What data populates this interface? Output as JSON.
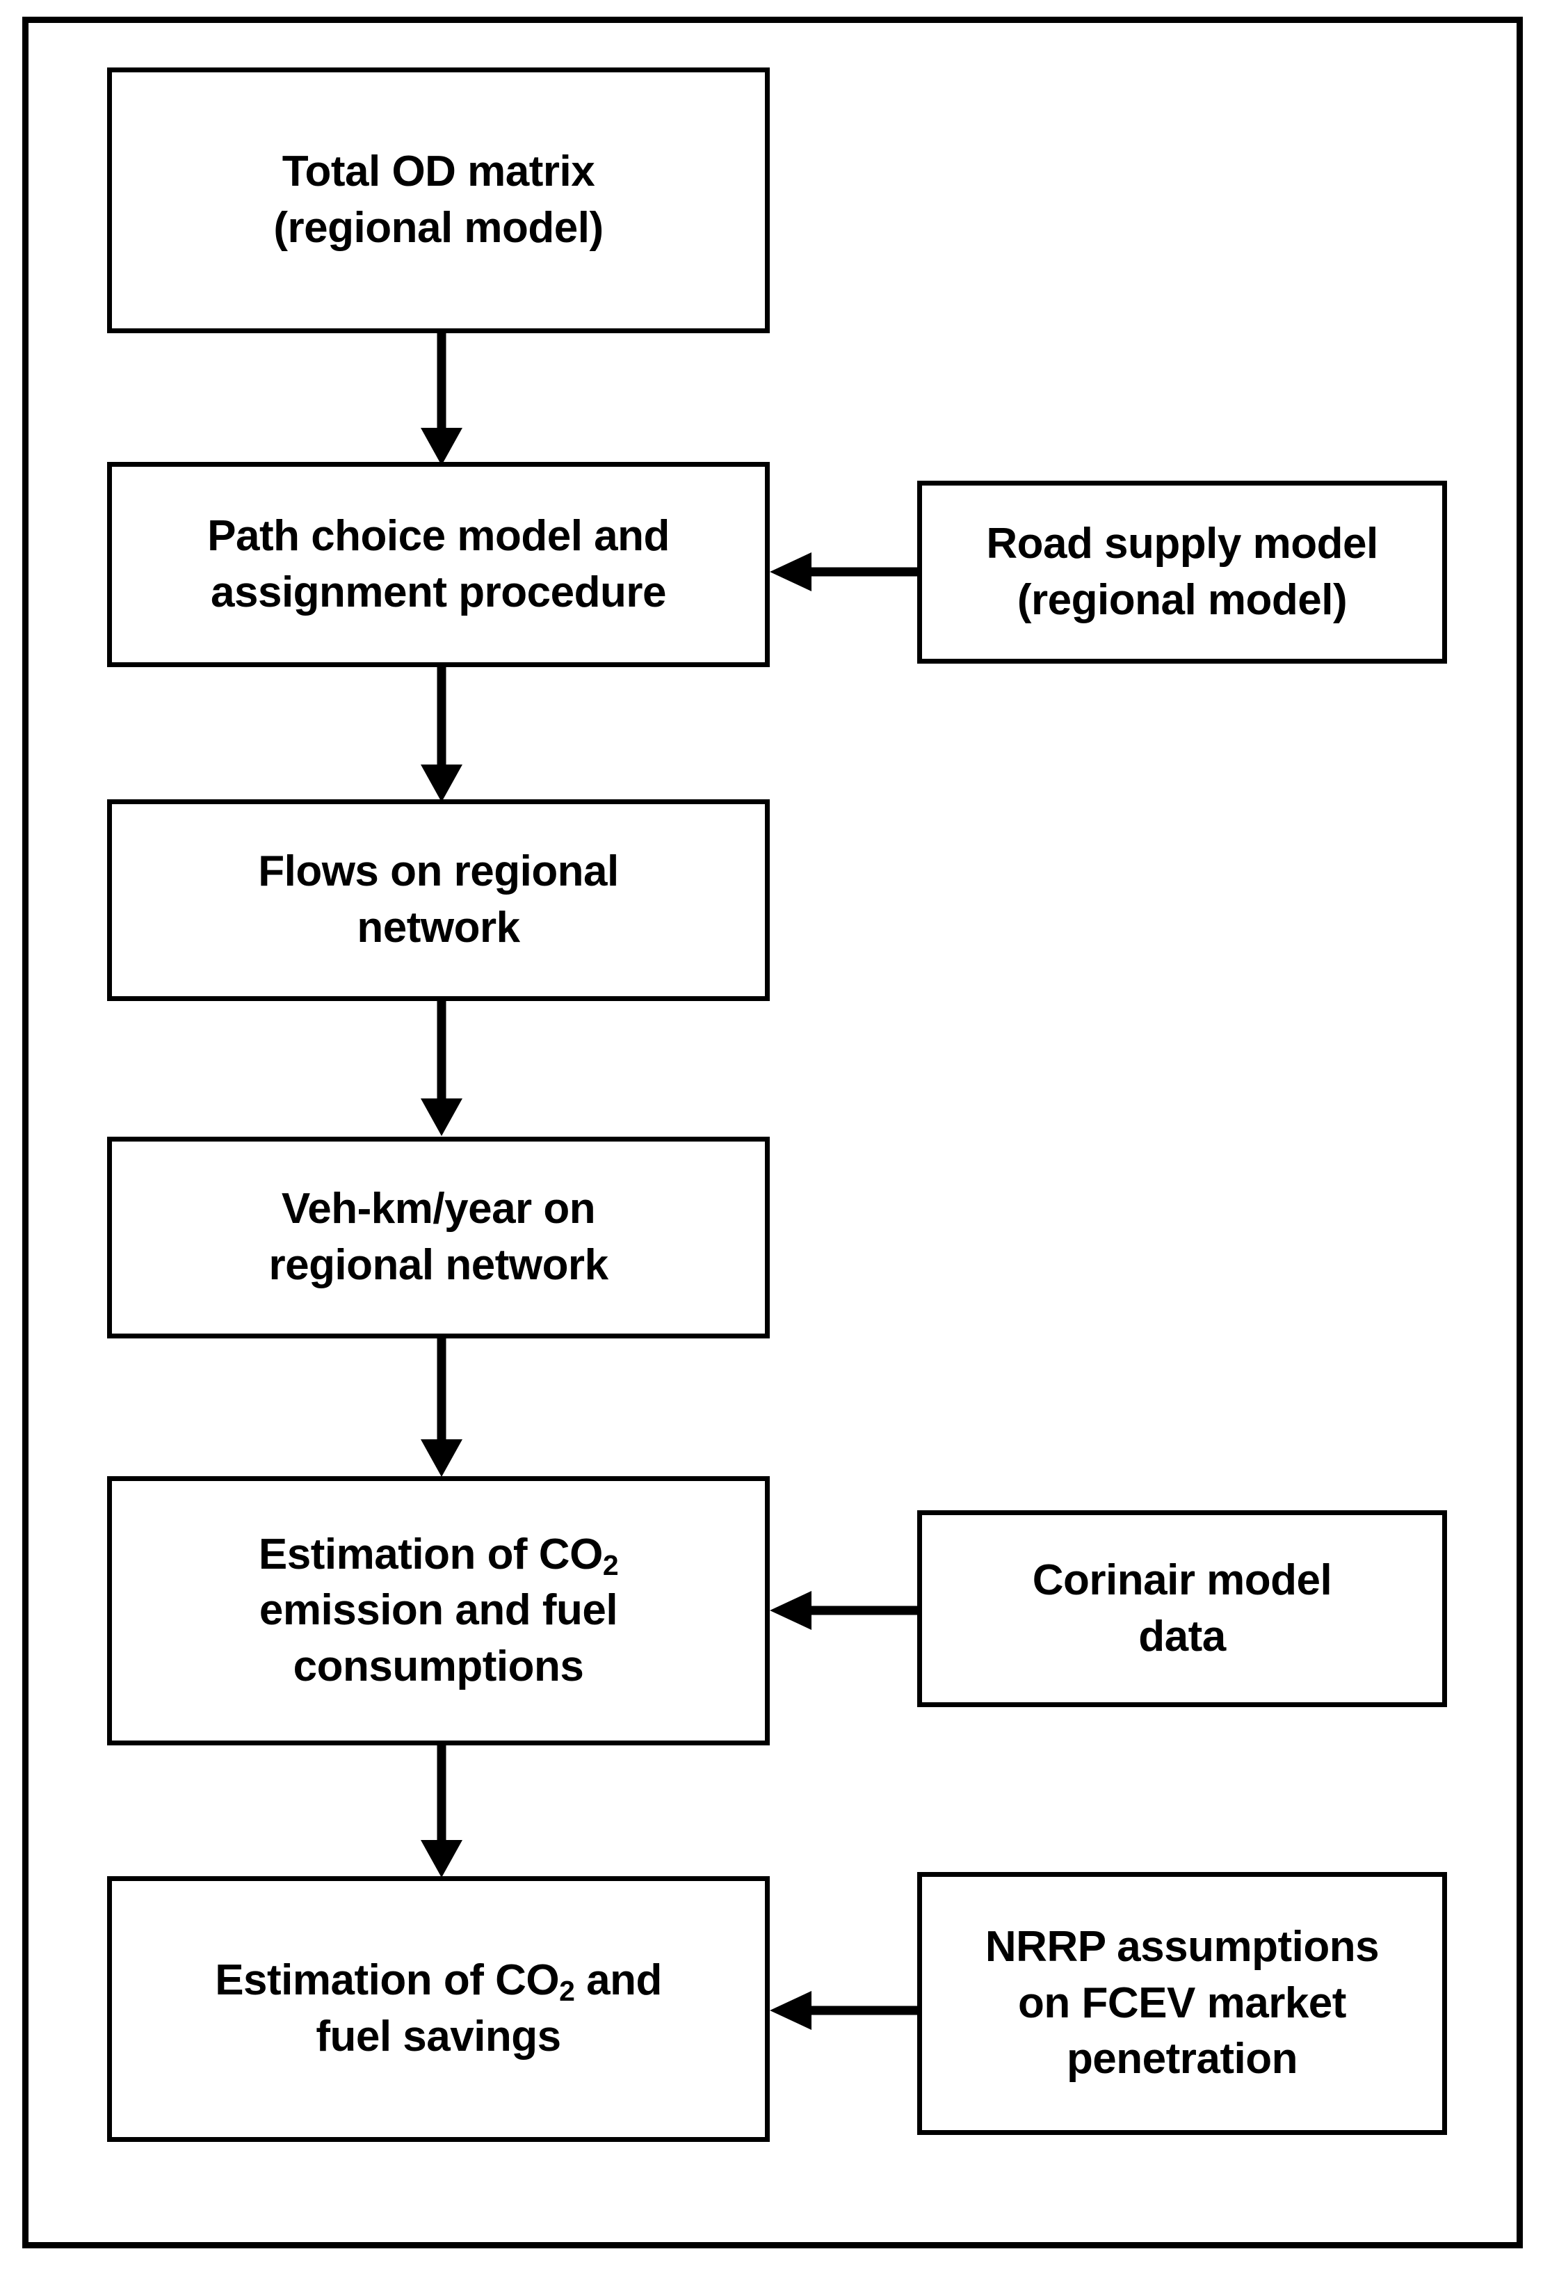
{
  "figure": {
    "type": "flowchart",
    "orientation": "top-to-bottom",
    "background_color": "#ffffff",
    "line_color": "#000000",
    "text_color": "#000000",
    "border_style": "solid black outer frame"
  },
  "nodes": {
    "total_od_matrix": {
      "line1": "Total OD matrix",
      "line2": "(regional model)",
      "text": "Total OD matrix\n(regional model)",
      "column": "left",
      "row": 1
    },
    "path_choice": {
      "line1": "Path choice model and",
      "line2": "assignment procedure",
      "text": "Path choice model and\nassignment procedure",
      "column": "left",
      "row": 2
    },
    "road_supply": {
      "line1": "Road supply model",
      "line2": "(regional model)",
      "text": "Road supply model\n(regional model)",
      "column": "right",
      "row": 2
    },
    "flows_regional": {
      "line1": "Flows on regional",
      "line2": "network",
      "text": "Flows on regional\nnetwork",
      "column": "left",
      "row": 3
    },
    "veh_km_year": {
      "line1": "Veh-km/year on",
      "line2": "regional network",
      "text": "Veh-km/year on\nregional network",
      "column": "left",
      "row": 4
    },
    "estimation_co2_emission": {
      "prefix": "Estimation of CO",
      "subscript": "2",
      "suffix": "",
      "line2": "emission and fuel",
      "line3": "consumptions",
      "text": "Estimation of CO2 emission and fuel consumptions",
      "column": "left",
      "row": 5
    },
    "corinair_data": {
      "line1": "Corinair model",
      "line2": "data",
      "text": "Corinair model\ndata",
      "column": "right",
      "row": 5
    },
    "estimation_co2_savings": {
      "prefix": "Estimation of CO",
      "subscript": "2",
      "suffix": " and",
      "line2": "fuel savings",
      "text": "Estimation of CO2 and fuel savings",
      "column": "left",
      "row": 6
    },
    "nrrp_assumptions": {
      "line1": "NRRP assumptions",
      "line2": "on FCEV market",
      "line3": "penetration",
      "text": "NRRP assumptions\non FCEV market\npenetration",
      "column": "right",
      "row": 6
    }
  },
  "edges": [
    {
      "id": "e1",
      "from": "total_od_matrix",
      "to": "path_choice",
      "direction": "down",
      "style": "solid-arrow"
    },
    {
      "id": "e2",
      "from": "road_supply",
      "to": "path_choice",
      "direction": "left",
      "style": "solid-arrow"
    },
    {
      "id": "e3",
      "from": "path_choice",
      "to": "flows_regional",
      "direction": "down",
      "style": "solid-arrow"
    },
    {
      "id": "e4",
      "from": "flows_regional",
      "to": "veh_km_year",
      "direction": "down",
      "style": "solid-arrow"
    },
    {
      "id": "e5",
      "from": "veh_km_year",
      "to": "estimation_co2_emission",
      "direction": "down",
      "style": "solid-arrow"
    },
    {
      "id": "e6",
      "from": "corinair_data",
      "to": "estimation_co2_emission",
      "direction": "left",
      "style": "solid-arrow"
    },
    {
      "id": "e7",
      "from": "estimation_co2_emission",
      "to": "estimation_co2_savings",
      "direction": "down",
      "style": "solid-arrow"
    },
    {
      "id": "e8",
      "from": "nrrp_assumptions",
      "to": "estimation_co2_savings",
      "direction": "left",
      "style": "solid-arrow"
    }
  ]
}
